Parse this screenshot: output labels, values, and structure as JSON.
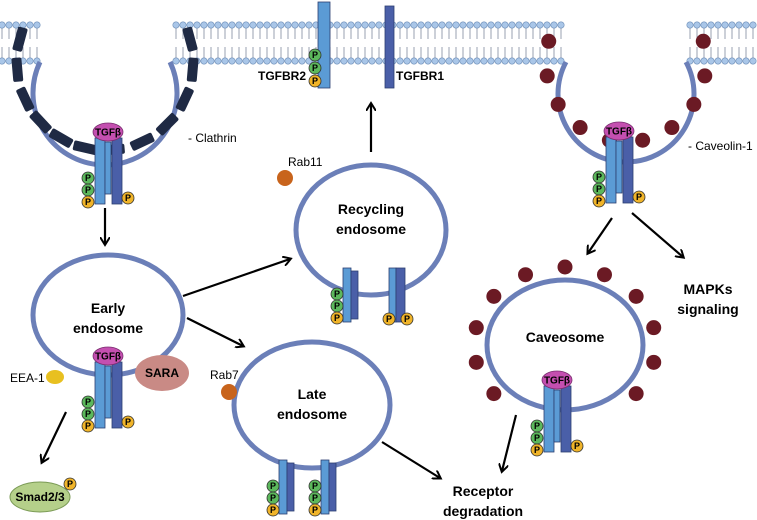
{
  "labels": {
    "tgfbr2": "TGFBR2",
    "tgfbr1": "TGFBR1",
    "clathrin": "- Clathrin",
    "caveolin": "- Caveolin-1",
    "rab11": "Rab11",
    "rab7": "Rab7",
    "eea1": "EEA-1",
    "sara": "SARA",
    "smad": "Smad2/3",
    "tgfb": "TGFβ",
    "phospho": "P",
    "recycling_1": "Recycling",
    "recycling_2": "endosome",
    "early_1": "Early",
    "early_2": "endosome",
    "late_1": "Late",
    "late_2": "endosome",
    "caveosome": "Caveosome",
    "mapk_1": "MAPKs",
    "mapk_2": "signaling",
    "degradation_1": "Receptor",
    "degradation_2": "degradation"
  },
  "colors": {
    "membrane": "#6b7fb8",
    "lipid_head": "#a9c6e8",
    "receptor_light": "#5b9bd5",
    "receptor_dark": "#4a5fa8",
    "tgfb": "#c44fb0",
    "phospho_green": "#5cb85c",
    "phospho_yellow": "#f0b429",
    "clathrin": "#1f2a44",
    "caveolin": "#6b1a24",
    "rab": "#c8641c",
    "eea1": "#e8c020",
    "sara": "#c98a85",
    "smad": "#b5d08a"
  }
}
